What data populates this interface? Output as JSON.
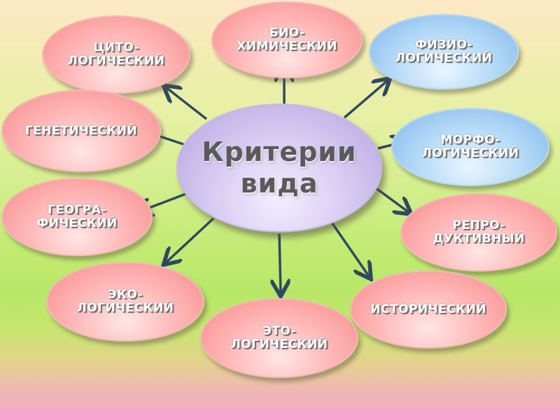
{
  "diagram": {
    "center": {
      "label": "Критерии\nвида"
    },
    "nodes": [
      {
        "id": "cytological",
        "label": "ЦИТО-\nЛОГИЧЕСКИЙ"
      },
      {
        "id": "biochemical",
        "label": "БИО-\nХИМИЧЕСКИЙ"
      },
      {
        "id": "physiological",
        "label": "ФИЗИО-\nЛОГИЧЕСКИЙ"
      },
      {
        "id": "genetic",
        "label": "ГЕНЕТИЧЕСКИЙ"
      },
      {
        "id": "morphological",
        "label": "МОРФО-\nЛОГИЧЕСКИЙ"
      },
      {
        "id": "geographical",
        "label": "ГЕОГРА-\nФИЧЕСКИЙ"
      },
      {
        "id": "reproductive",
        "label": "РЕПРО-\nДУКТИВНЫЙ"
      },
      {
        "id": "ecological",
        "label": "ЭКО-\nЛОГИЧЕСКИЙ"
      },
      {
        "id": "ethological",
        "label": "ЭТО-\nЛОГИЧЕСКИЙ"
      },
      {
        "id": "historical",
        "label": "ИСТОРИЧЕСКИЙ"
      }
    ],
    "colors": {
      "pink_node": "#ffb9b9",
      "blue_node": "#b8dcf8",
      "center_node": "#d6c9f1",
      "arrow": "#2e4a60"
    }
  }
}
